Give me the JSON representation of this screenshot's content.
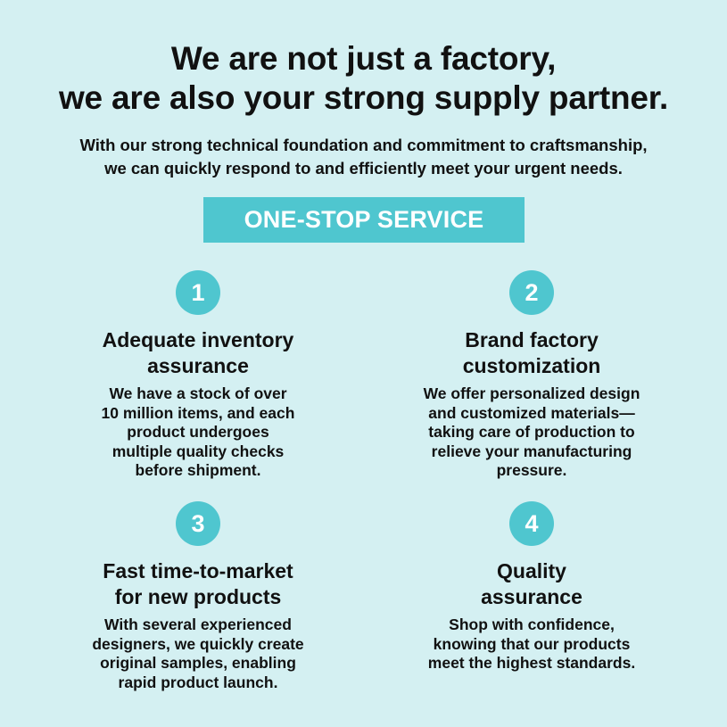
{
  "headline": {
    "line1": "We are not just a factory,",
    "line2": "we are also your strong supply partner."
  },
  "subheadline": {
    "line1": "With our strong technical foundation and commitment to craftsmanship,",
    "line2": "we can quickly respond to and efficiently meet your urgent needs."
  },
  "banner": {
    "label": "ONE-STOP SERVICE"
  },
  "colors": {
    "background": "#d4f0f2",
    "accent": "#4fc6cf",
    "text": "#111111"
  },
  "features": [
    {
      "number": "1",
      "title": [
        "Adequate inventory",
        "assurance"
      ],
      "description": [
        "We have a stock of over",
        "10 million items, and each",
        "product undergoes",
        "multiple quality checks",
        "before shipment."
      ]
    },
    {
      "number": "2",
      "title": [
        "Brand factory",
        "customization"
      ],
      "description": [
        "We offer personalized design",
        "and customized materials—",
        "taking care of production to",
        "relieve your manufacturing",
        "pressure."
      ]
    },
    {
      "number": "3",
      "title": [
        "Fast time-to-market",
        "for new products"
      ],
      "description": [
        "With several experienced",
        "designers, we quickly create",
        "original samples, enabling",
        "rapid product launch."
      ]
    },
    {
      "number": "4",
      "title": [
        "Quality",
        "assurance"
      ],
      "description": [
        "Shop with confidence,",
        "knowing that our products",
        "meet the highest standards."
      ]
    }
  ]
}
